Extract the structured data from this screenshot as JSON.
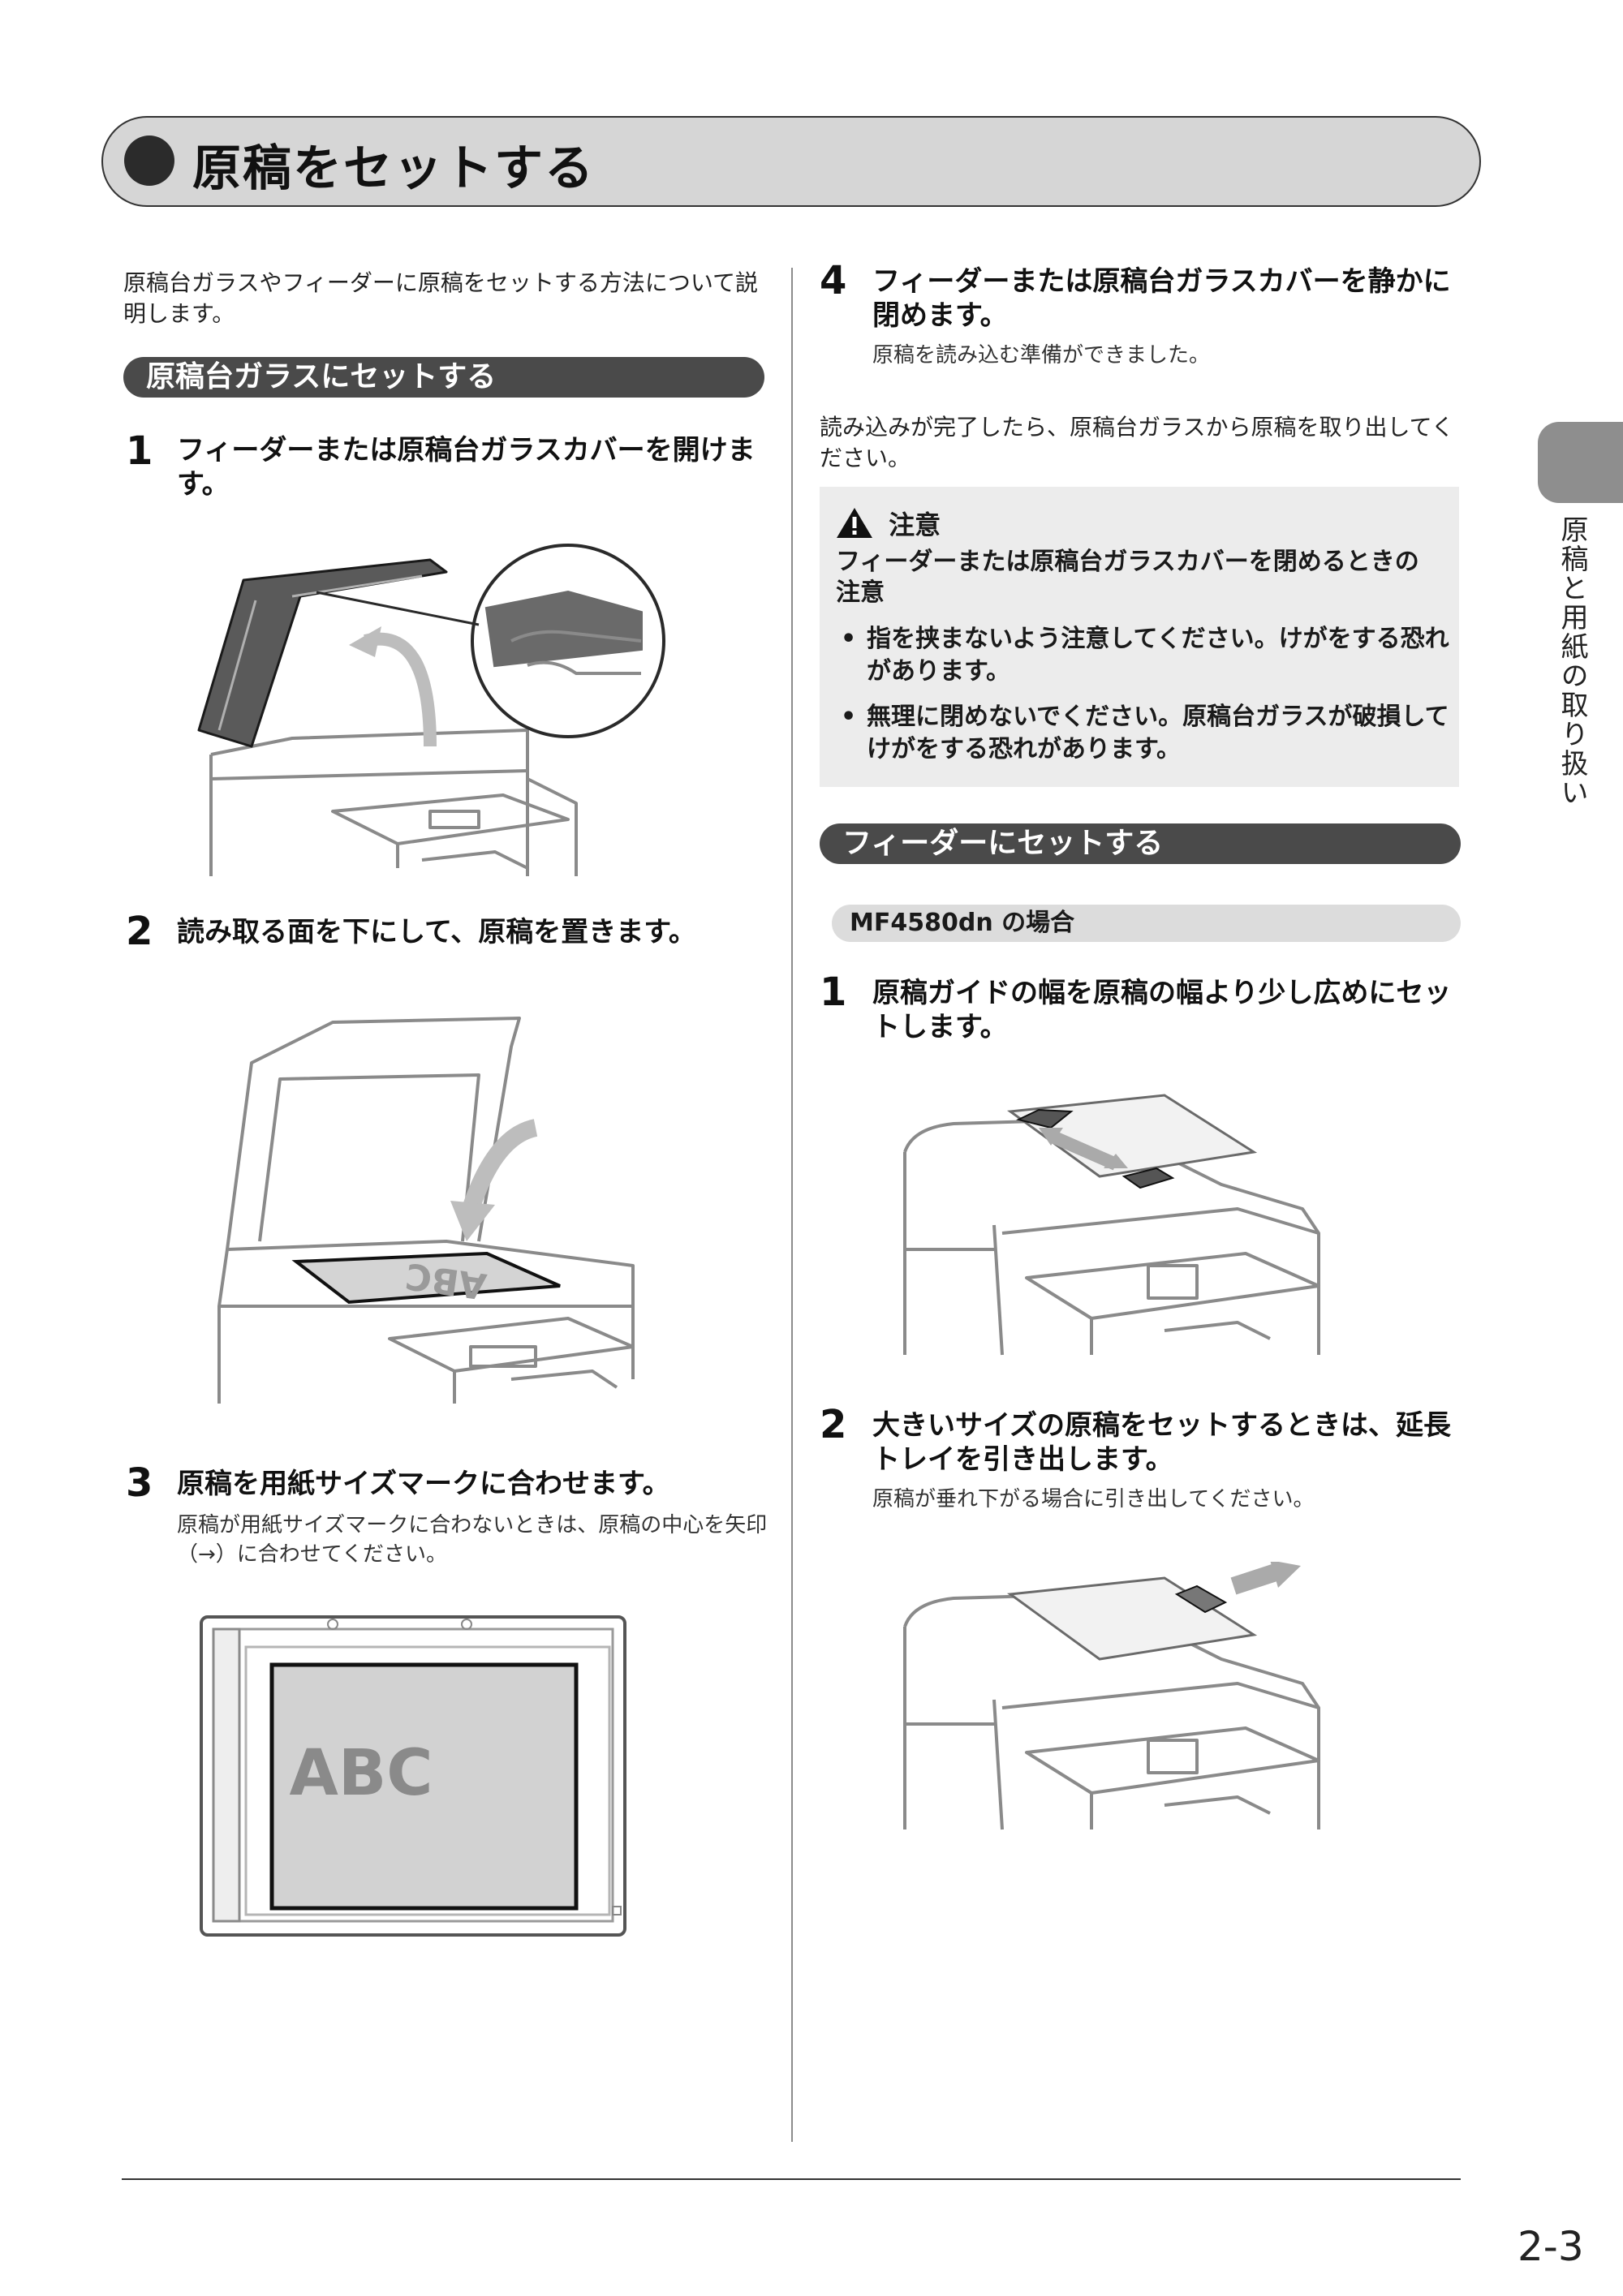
{
  "header": {
    "title": "原稿をセットする"
  },
  "intro": "原稿台ガラスやフィーダーに原稿をセットする方法について説明します。",
  "section_glass": {
    "title": "原稿台ガラスにセットする",
    "steps": [
      {
        "num": "1",
        "text": "フィーダーまたは原稿台ガラスカバーを開けます。"
      },
      {
        "num": "2",
        "text": "読み取る面を下にして、原稿を置きます。"
      },
      {
        "num": "3",
        "text": "原稿を用紙サイズマークに合わせます。",
        "note": "原稿が用紙サイズマークに合わないときは、原稿の中心を矢印（→）に合わせてください。"
      },
      {
        "num": "4",
        "text": "フィーダーまたは原稿台ガラスカバーを静かに閉めます。",
        "note": "原稿を読み込む準備ができました。"
      }
    ],
    "after": "読み込みが完了したら、原稿台ガラスから原稿を取り出してください。",
    "abc_label": "ABC"
  },
  "caution": {
    "label": "注意",
    "subtitle": "フィーダーまたは原稿台ガラスカバーを閉めるときの注意",
    "bullet": "•",
    "items": [
      "指を挟まないよう注意してください。けがをする恐れがあります。",
      "無理に閉めないでください。原稿台ガラスが破損してけがをする恐れがあります。"
    ]
  },
  "section_feeder": {
    "title": "フィーダーにセットする",
    "model": "MF4580dn の場合",
    "steps": [
      {
        "num": "1",
        "text": "原稿ガイドの幅を原稿の幅より少し広めにセットします。"
      },
      {
        "num": "2",
        "text": "大きいサイズの原稿をセットするときは、延長トレイを引き出します。",
        "note": "原稿が垂れ下がる場合に引き出してください。"
      }
    ]
  },
  "side_tab": "原稿と用紙の取り扱い",
  "page_number": "2-3",
  "icons": [
    "warning-icon"
  ]
}
